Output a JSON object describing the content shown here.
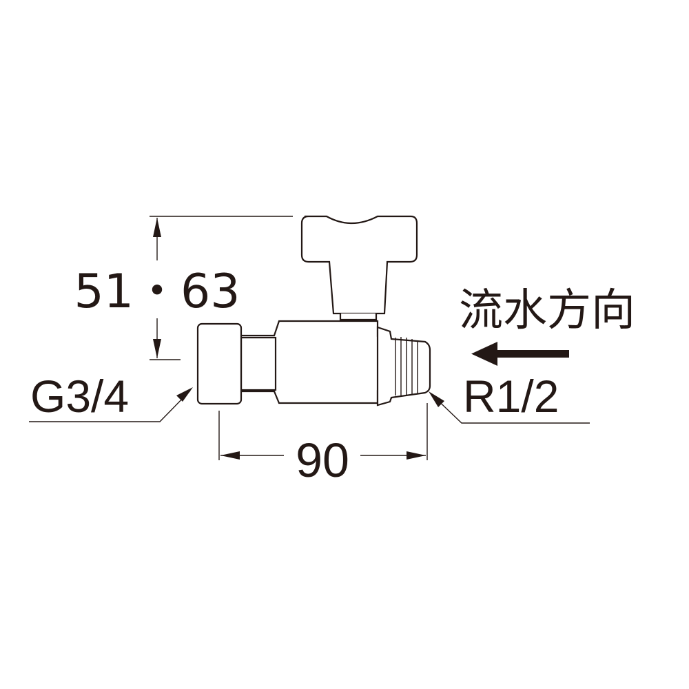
{
  "dimensions": {
    "height": "51・63",
    "length": "90"
  },
  "connections": {
    "left_thread": "G3/4",
    "right_thread": "R1/2"
  },
  "flow": {
    "label": "流水方向",
    "direction": "right-to-left"
  },
  "colors": {
    "line": "#231815",
    "background": "#ffffff"
  }
}
